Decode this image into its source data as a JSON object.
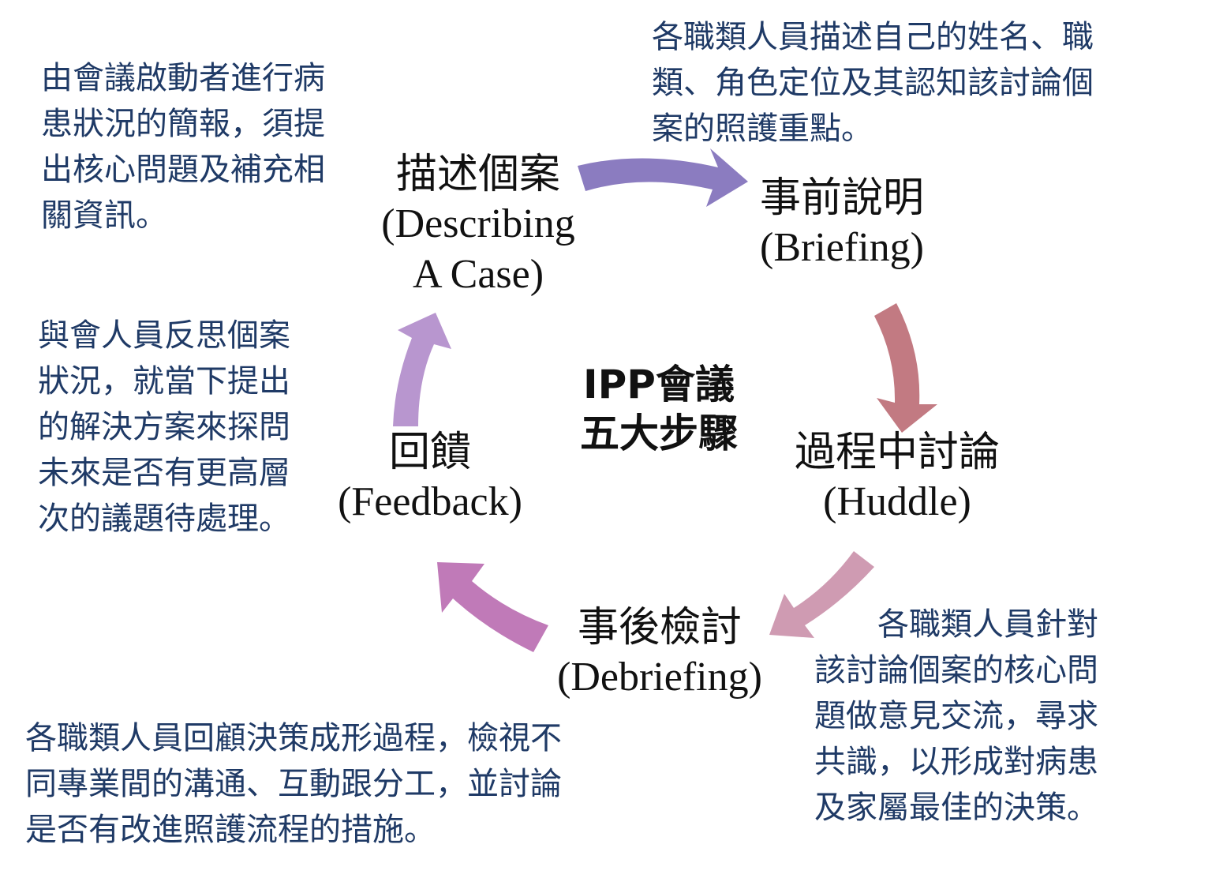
{
  "center_title": {
    "line1": "IPP會議",
    "line2": "五大步驟"
  },
  "steps": [
    {
      "zh": "描述個案",
      "en": "(Describing\nA Case)"
    },
    {
      "zh": "事前說明",
      "en": "(Briefing)"
    },
    {
      "zh": "過程中討論",
      "en": "(Huddle)"
    },
    {
      "zh": "事後檢討",
      "en": "(Debriefing)"
    },
    {
      "zh": "回饋",
      "en": "(Feedback)"
    }
  ],
  "descriptions": {
    "describing": "由會議啟動者進行病\n患狀況的簡報，須提\n出核心問題及補充相\n關資訊。",
    "briefing": "各職類人員描述自己的姓名、職\n類、角色定位及其認知該討論個\n案的照護重點。",
    "huddle": "　　各職類人員針對\n該討論個案的核心問\n題做意見交流，尋求\n共識，以形成對病患\n及家屬最佳的決策。",
    "debriefing": "各職類人員回顧決策成形過程，檢視不\n同專業間的溝通、互動跟分工，並討論\n是否有改進照護流程的措施。",
    "feedback": "與會人員反思個案\n狀況，就當下提出\n的解決方案來探問\n未來是否有更高層\n次的議題待處理。"
  },
  "arrow_colors": {
    "describing_to_briefing": "#8b7cc0",
    "briefing_to_huddle": "#c27a82",
    "huddle_to_debriefing": "#cf9bb2",
    "debriefing_to_feedback": "#c07ab8",
    "feedback_to_describing": "#b896cf"
  },
  "text_colors": {
    "description": "#1f3a66",
    "step": "#111111"
  }
}
